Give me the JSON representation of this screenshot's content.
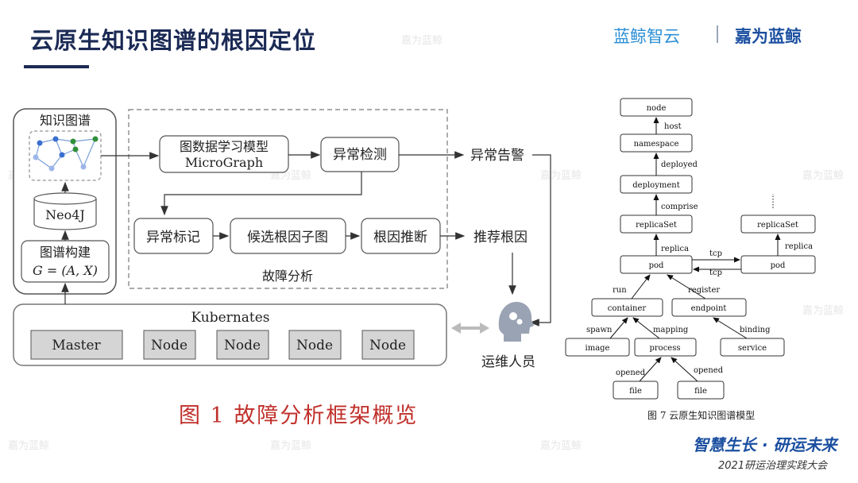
{
  "header": {
    "title": "云原生知识图谱的根因定位",
    "logo_text": "蓝鲸智云",
    "partner_logo_text": "嘉为蓝鲸"
  },
  "watermark": "嘉为蓝鲸",
  "fig1": {
    "kg_title": "知识图谱",
    "neo4j": "Neo4J",
    "build_line1": "图谱构建",
    "build_line2": "G = (A, X)",
    "model_line1": "图数据学习模型",
    "model_line2": "MicroGraph",
    "detect": "异常检测",
    "alert": "异常告警",
    "mark": "异常标记",
    "subgraph": "候选根因子图",
    "infer": "根因推断",
    "recommend": "推荐根因",
    "fault_analysis": "故障分析",
    "k8s": "Kubernates",
    "master": "Master",
    "node": "Node",
    "ops": "运维人员",
    "caption": "图 1  故障分析框架概览"
  },
  "fig7": {
    "nodes": {
      "node": "node",
      "namespace": "namespace",
      "deployment": "deployment",
      "replicaset": "replicaSet",
      "replicaset2": "replicaSet",
      "pod": "pod",
      "pod2": "pod",
      "container": "container",
      "endpoint": "endpoint",
      "image": "image",
      "process": "process",
      "service": "service",
      "file1": "file",
      "file2": "file"
    },
    "edges": {
      "host": "host",
      "deployed": "deployed",
      "comprise": "comprise",
      "replica": "replica",
      "replica2": "replica",
      "tcp1": "tcp",
      "tcp2": "tcp",
      "run": "run",
      "register": "register",
      "spawn": "spawn",
      "mapping": "mapping",
      "binding": "binding",
      "opened1": "opened",
      "opened2": "opened"
    },
    "caption": "图 7  云原生知识图谱模型"
  },
  "footer": {
    "slogan": "智慧生长 · 研运未来",
    "sub": "2021研运治理实践大会"
  },
  "colors": {
    "title": "#1b2a55",
    "caption_red": "#c0302b",
    "accent_blue": "#2b8fd6"
  }
}
